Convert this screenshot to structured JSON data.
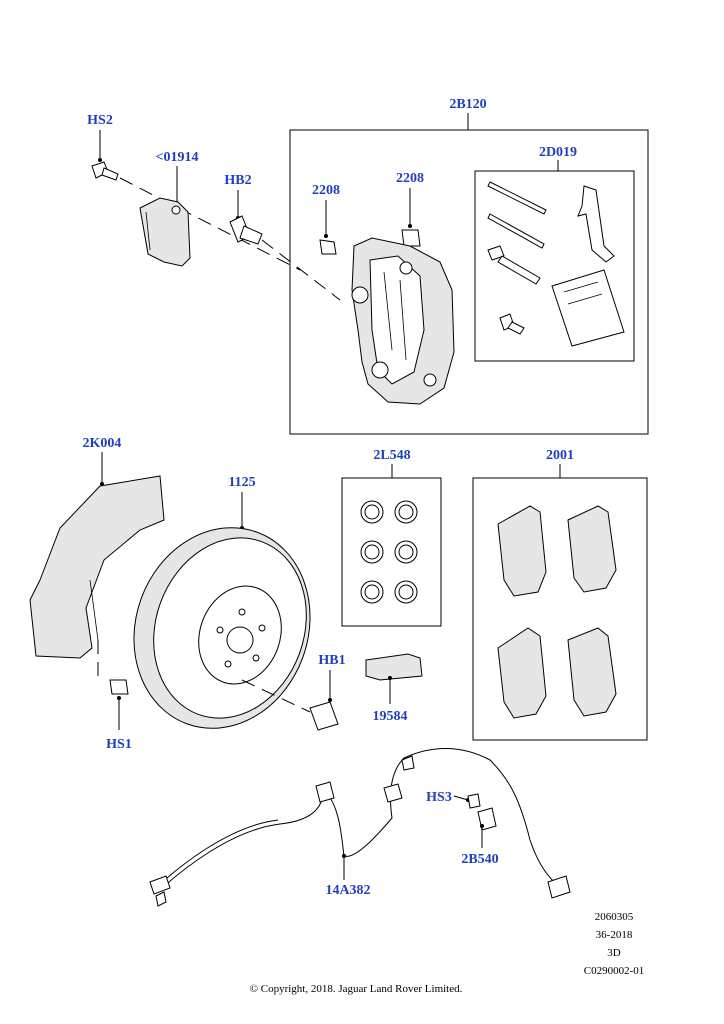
{
  "callouts": {
    "hs2": "HS2",
    "c01914": "<01914",
    "hb2": "HB2",
    "b2120": "2B120",
    "s2208_left": "2208",
    "s2208_right": "2208",
    "d2019": "2D019",
    "k2004": "2K004",
    "disc1125": "1125",
    "l2548": "2L548",
    "p2001": "2001",
    "hb1": "HB1",
    "n19584": "19584",
    "hs1": "HS1",
    "hs3": "HS3",
    "b2540": "2B540",
    "a14382": "14A382"
  },
  "meta_lines": [
    "2060305",
    "36-2018",
    "3D",
    "C0290002-01"
  ],
  "copyright": "© Copyright, 2018. Jaguar Land Rover Limited."
}
